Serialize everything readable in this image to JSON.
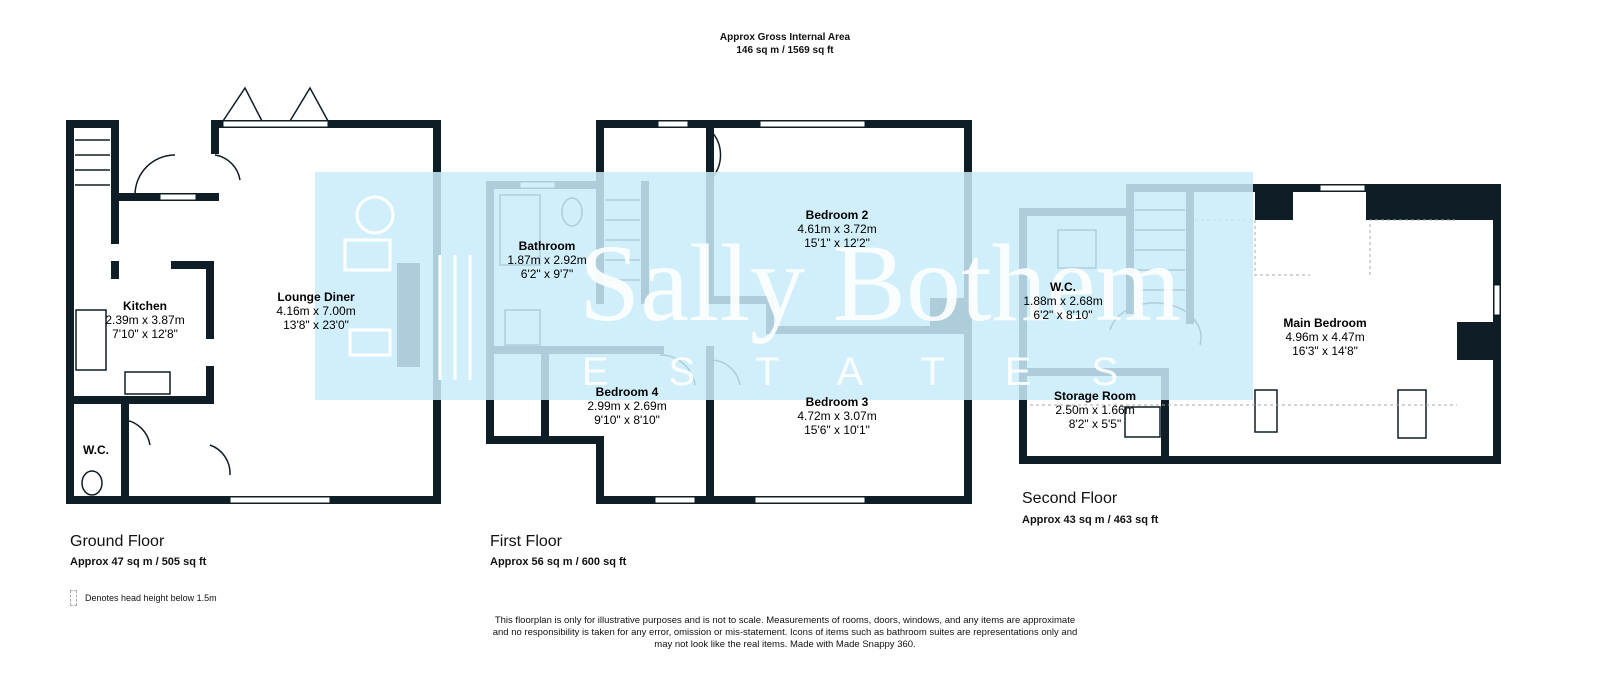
{
  "header": {
    "title": "Approx Gross Internal Area",
    "area": "146 sq m / 1569 sq ft"
  },
  "floors": [
    {
      "title": "Ground Floor",
      "area": "Approx 47 sq m / 505 sq ft"
    },
    {
      "title": "First Floor",
      "area": "Approx 56 sq m / 600 sq ft"
    },
    {
      "title": "Second Floor",
      "area": "Approx 43 sq m / 463 sq ft"
    }
  ],
  "rooms": {
    "kitchen": {
      "name": "Kitchen",
      "metric": "2.39m x 3.87m",
      "imperial": "7'10\" x 12'8\""
    },
    "lounge": {
      "name": "Lounge Diner",
      "metric": "4.16m x 7.00m",
      "imperial": "13'8\" x 23'0\""
    },
    "wc_ground": {
      "name": "W.C."
    },
    "bathroom": {
      "name": "Bathroom",
      "metric": "1.87m x 2.92m",
      "imperial": "6'2\" x 9'7\""
    },
    "bedroom2": {
      "name": "Bedroom 2",
      "metric": "4.61m x 3.72m",
      "imperial": "15'1\" x 12'2\""
    },
    "bedroom4": {
      "name": "Bedroom 4",
      "metric": "2.99m x 2.69m",
      "imperial": "9'10\" x 8'10\""
    },
    "bedroom3": {
      "name": "Bedroom 3",
      "metric": "4.72m x 3.07m",
      "imperial": "15'6\" x 10'1\""
    },
    "wc_second": {
      "name": "W.C.",
      "metric": "1.88m x 2.68m",
      "imperial": "6'2\" x 8'10\""
    },
    "storage": {
      "name": "Storage Room",
      "metric": "2.50m x 1.66m",
      "imperial": "8'2\" x 5'5\""
    },
    "main_bedroom": {
      "name": "Main Bedroom",
      "metric": "4.96m x 4.47m",
      "imperial": "16'3\" x 14'8\""
    }
  },
  "legend": {
    "text": "Denotes head height below 1.5m"
  },
  "watermark": {
    "name": "Sally Bothem",
    "sub": "ESTATES",
    "color": "#c8ecf9"
  },
  "disclaimer": {
    "line1": "This floorplan is only for illustrative purposes and is not to scale. Measurements of rooms, doors, windows, and any items are approximate",
    "line2": "and no responsibility is taken for any error, omission or mis-statement. Icons of items such as bathroom suites are representations only and",
    "line3": "may not look like the real items. Made with Made Snappy 360."
  }
}
